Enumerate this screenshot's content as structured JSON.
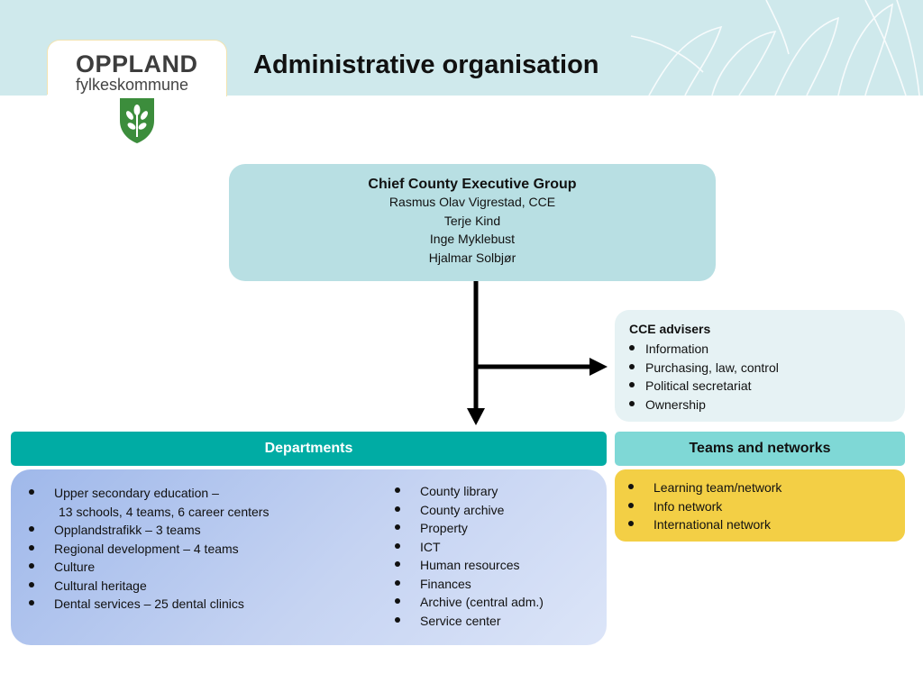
{
  "header": {
    "title": "Administrative organisation",
    "logo": {
      "name": "OPPLAND",
      "subtitle": "fylkeskommune",
      "crest_icon": "county-crest-icon"
    },
    "colors": {
      "band": "#cfe9ec",
      "logo_green": "#3c8d3c"
    }
  },
  "cce_group": {
    "title": "Chief County Executive Group",
    "members": [
      "Rasmus Olav Vigrestad, CCE",
      "Terje Kind",
      "Inge Myklebust",
      "Hjalmar Solbjør"
    ]
  },
  "advisers": {
    "title": "CCE advisers",
    "items": [
      "Information",
      "Purchasing, law, control",
      "Political secretariat",
      "Ownership"
    ]
  },
  "departments": {
    "header": "Departments",
    "col1": [
      {
        "text": "Upper secondary education –",
        "sub": "13 schools, 4 teams, 6 career centers"
      },
      {
        "text": "Opplandstrafikk – 3 teams"
      },
      {
        "text": "Regional development – 4 teams"
      },
      {
        "text": "Culture"
      },
      {
        "text": "Cultural heritage"
      },
      {
        "text": "Dental services –  25 dental clinics"
      }
    ],
    "col2": [
      "County library",
      "County archive",
      "Property",
      "ICT",
      "Human resources",
      "Finances",
      "Archive (central adm.)",
      "Service center"
    ]
  },
  "teams": {
    "header": "Teams and networks",
    "items": [
      "Learning team/network",
      "Info network",
      "International network"
    ]
  },
  "colors": {
    "cce_box": "#b8dfe3",
    "advisers_box": "#e6f2f4",
    "departments_header": "#00aca4",
    "teams_header": "#7fd8d6",
    "teams_box": "#f3cf45",
    "departments_box": "#b3c6ee"
  }
}
